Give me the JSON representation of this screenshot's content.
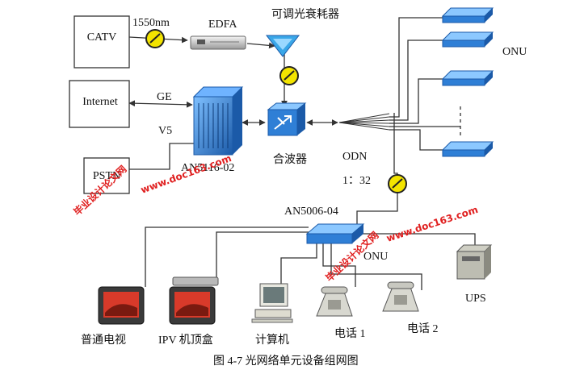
{
  "labels": {
    "catv": "CATV",
    "internet": "Internet",
    "pstn": "PSTN",
    "wavelength": "1550nm",
    "edfa": "EDFA",
    "attenuator": "可调光衰耗器",
    "ge": "GE",
    "v5": "V5",
    "an5116": "AN5116-02",
    "combiner": "合波器",
    "odn": "ODN",
    "split_ratio": "1：32",
    "onu_top": "ONU",
    "an5006": "AN5006-04",
    "onu_bottom": "ONU",
    "ups": "UPS",
    "tv": "普通电视",
    "iptv": "IPV 机顶盒",
    "computer": "计算机",
    "phone1": "电话 1",
    "phone2": "电话 2",
    "caption": "图 4-7  光网络单元设备组网图"
  },
  "watermarks": {
    "cn": "毕业设计论文网",
    "url": "www.doc163.com"
  },
  "colors": {
    "line": "#333333",
    "device_blue": "#2f7fd6",
    "device_blue_dark": "#1b5aa8",
    "meter_yellow": "#f3e400",
    "watermark": "#e02020"
  }
}
